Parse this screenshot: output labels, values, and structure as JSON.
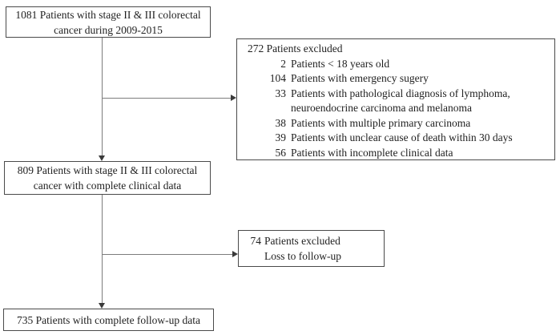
{
  "colors": {
    "background": "#ffffff",
    "box_border": "#4a4a4a",
    "connector_line": "#7d7d7d",
    "arrowhead": "#3a3a3a",
    "text": "#1f1f1f"
  },
  "boxes": {
    "initial": {
      "line1": "1081 Patients with stage II & III colorectal",
      "line2": "cancer during 2009-2015"
    },
    "complete_clinical": {
      "line1": "809 Patients with stage II & III colorectal",
      "line2": "cancer with complete clinical data"
    },
    "complete_followup": {
      "line1": "735 Patients with complete follow-up data"
    }
  },
  "exclusion1": {
    "header": {
      "number": "272",
      "text": "Patients excluded"
    },
    "items": [
      {
        "number": "2",
        "text": "Patients < 18 years old"
      },
      {
        "number": "104",
        "text": "Patients with emergency sugery"
      },
      {
        "number": "33",
        "text": "Patients with pathological diagnosis of lymphoma, neuroendocrine carcinoma and melanoma"
      },
      {
        "number": "38",
        "text": "Patients with multiple primary carcinoma"
      },
      {
        "number": "39",
        "text": "Patients with unclear cause of death within 30 days"
      },
      {
        "number": "56",
        "text": "Patients with incomplete clinical data"
      }
    ]
  },
  "exclusion2": {
    "header": {
      "number": "74",
      "text": "Patients excluded"
    },
    "items": [
      {
        "text": "Loss to follow-up"
      }
    ]
  }
}
